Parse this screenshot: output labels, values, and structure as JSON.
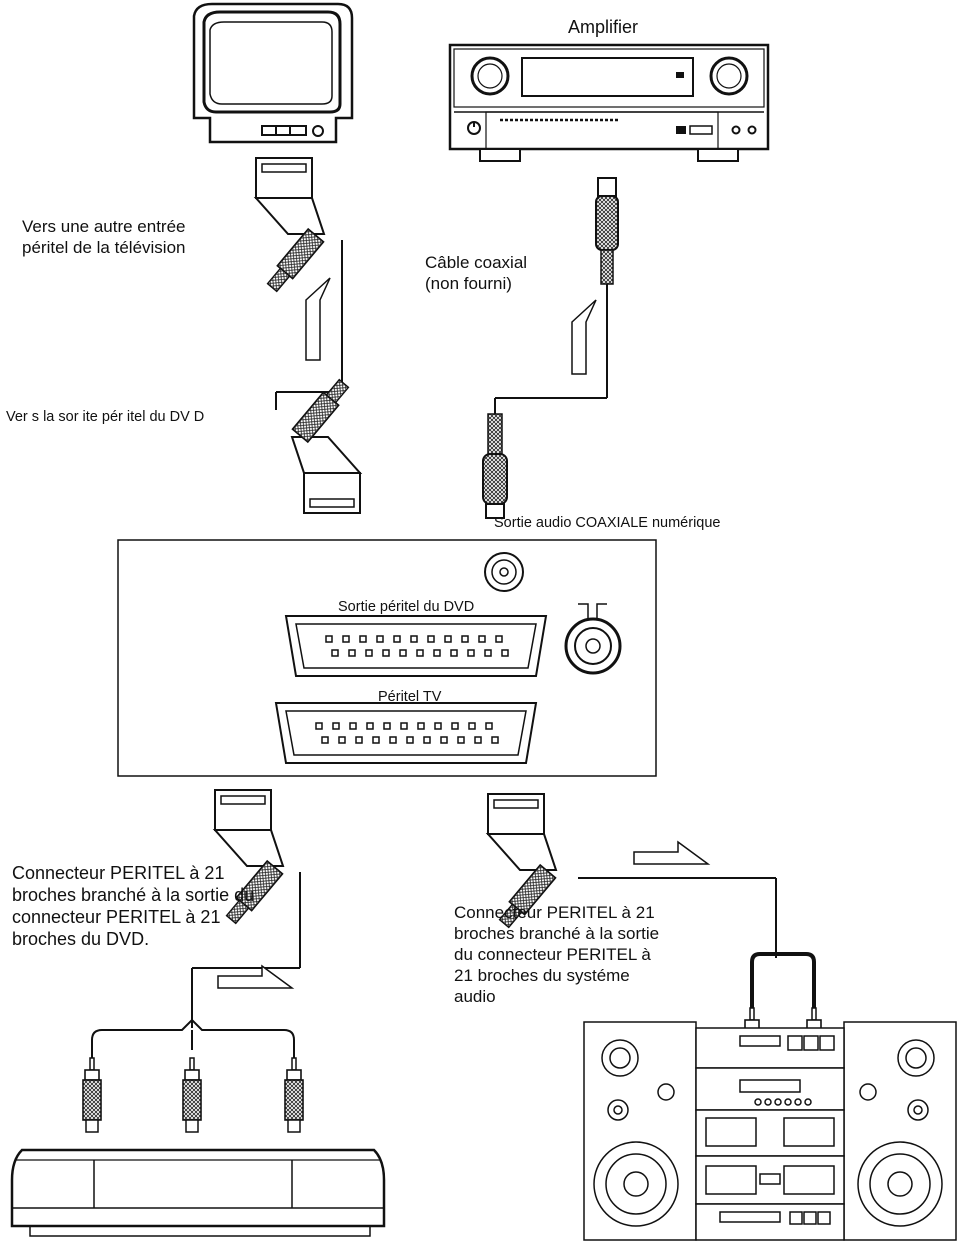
{
  "labels": {
    "amplifier": "Amplifier",
    "tv_other_scart": "Vers une autre entrée\npéritel de la télévision",
    "coax_cable": "Câble coaxial\n(non fourni)",
    "dvd_scart_out_arrow": "Ver s la sor ite pér itel du DV D",
    "coax_digital_out": "Sortie audio COAXIALE numérique",
    "panel_dvd_scart": "Sortie péritel du DVD",
    "panel_tv_scart": "Péritel TV",
    "left_connector_note": "Connecteur PERITEL à 21\nbroches branché à la sortie du\nconnecteur PERITEL à 21\nbroches du DVD.",
    "right_connector_note": "Connecteur PERITEL à 21\nbroches branché à la sortie\ndu connecteur PERITEL à\n21 broches du systéme\naudio"
  }
}
